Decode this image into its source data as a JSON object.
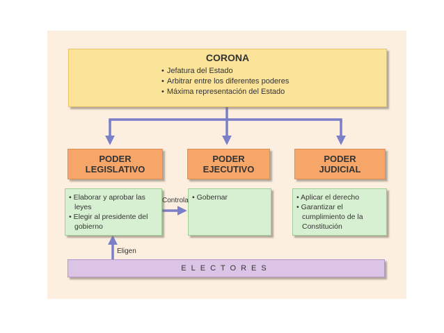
{
  "corona": {
    "title": "CORONA",
    "items": [
      "Jefatura del Estado",
      "Arbitrar entre los diferentes poderes",
      "Máxima representación del Estado"
    ]
  },
  "poderes": {
    "legislativo": {
      "title": "PODER\nLEGISLATIVO",
      "items": [
        "Elaborar y aprobar las leyes",
        "Elegir al presidente del gobierno"
      ]
    },
    "ejecutivo": {
      "title": "PODER\nEJECUTIVO",
      "items": [
        "Gobernar"
      ]
    },
    "judicial": {
      "title": "PODER\nJUDICIAL",
      "items": [
        "Aplicar el derecho",
        "Garantizar el cumplimiento de la Constitución"
      ]
    }
  },
  "labels": {
    "controla": "Controla",
    "eligen": "Eligen"
  },
  "electores": "ELECTORES",
  "colors": {
    "arrow": "#7b7fc8",
    "corona_fill": "#fbe39a",
    "header_fill": "#f7a66a",
    "content_fill": "#d8f0d2",
    "electores_fill": "#dcc4e6",
    "background": "#fcefdf"
  }
}
